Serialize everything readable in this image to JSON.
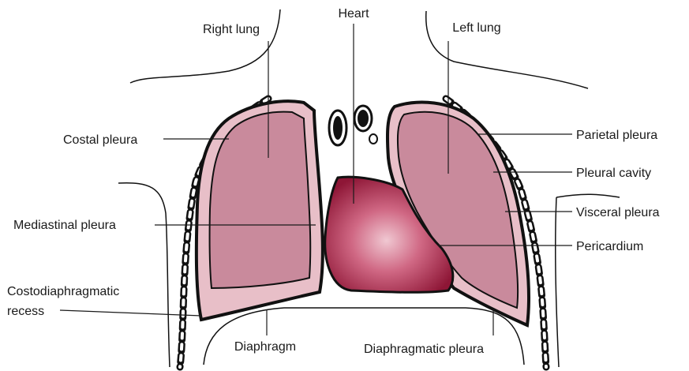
{
  "labels": {
    "heart": "Heart",
    "right_lung": "Right lung",
    "left_lung": "Left lung",
    "costal_pleura": "Costal pleura",
    "parietal_pleura": "Parietal pleura",
    "pleural_cavity": "Pleural cavity",
    "visceral_pleura": "Visceral pleura",
    "mediastinal_pleura": "Mediastinal pleura",
    "pericardium": "Pericardium",
    "costodiaphragmatic_line1": "Costodiaphragmatic",
    "costodiaphragmatic_line2": "recess",
    "diaphragm": "Diaphragm",
    "diaphragmatic_pleura": "Diaphragmatic pleura"
  },
  "colors": {
    "parietal_fill": "#e8bfc8",
    "lung_fill": "#c98a9c",
    "heart_dark": "#8e1636",
    "heart_light": "#f0c8d2"
  }
}
